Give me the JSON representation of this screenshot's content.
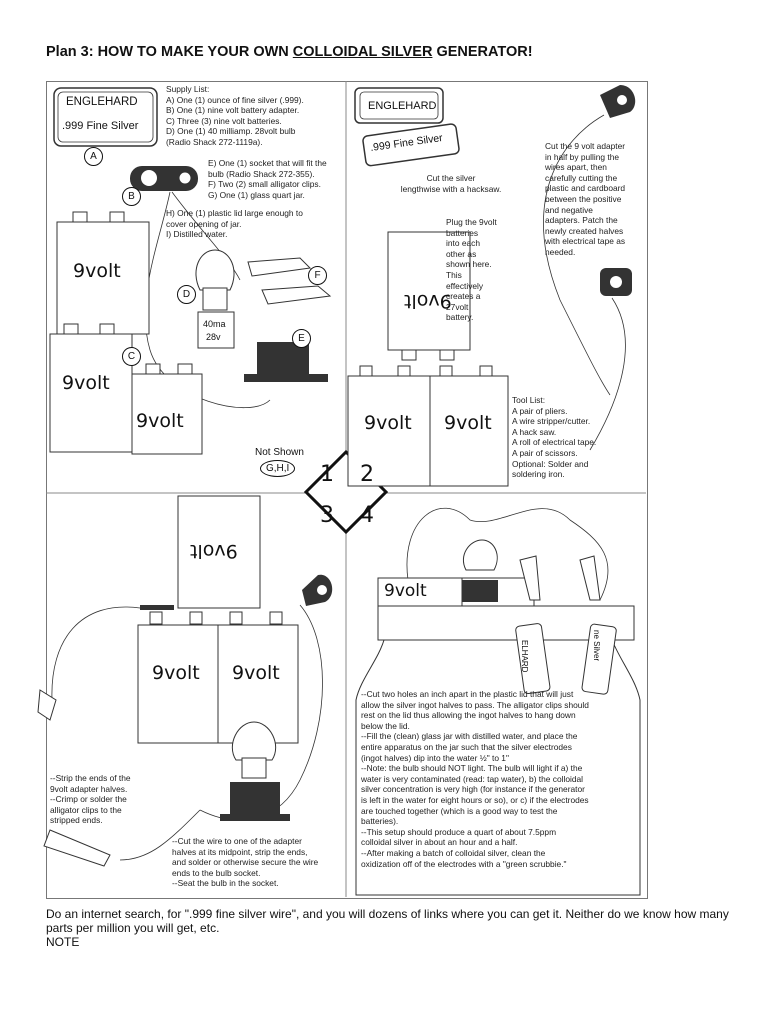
{
  "title": {
    "prefix": "Plan 3: HOW TO MAKE YOUR OWN ",
    "underlined": "COLLOIDAL SILVER",
    "suffix": " GENERATOR!"
  },
  "panel1": {
    "label_brand": "ENGLEHARD",
    "label_silver": ".999 Fine Silver",
    "supply_list": "Supply List:\nA) One (1) ounce of fine silver (.999).\nB) One (1) nine volt battery adapter.\nC) Three (3) nine volt batteries.\nD) One (1) 40 milliamp. 28volt bulb\n(Radio Shack 272-1119a).",
    "supply_list_2": "E) One (1) socket that will fit the\nbulb (Radio Shack 272-355).\nF) Two (2) small alligator clips.\nG) One (1) glass quart jar.",
    "supply_list_3": "H) One (1) plastic lid large enough to\ncover opening of jar.\nI) Distilled water.",
    "bulb_ma": "40ma",
    "bulb_v": "28v",
    "battery": "9volt",
    "not_shown": "Not Shown",
    "not_shown_items": "G,H,I",
    "markers": [
      "A",
      "B",
      "C",
      "D",
      "E",
      "F"
    ]
  },
  "panel2": {
    "label_brand": "ENGLEHARD",
    "label_silver": ".999 Fine Silver",
    "cut_silver": "Cut the silver\nlengthwise with a hacksaw.",
    "plug": "Plug the 9volt\nbatteries\ninto each\nother as\nshown here.\nThis\neffectively\ncreates a\n27volt\nbattery.",
    "adapter": "Cut the 9 volt adapter\nin half by pulling the\nwires apart, then\ncarefully cutting the\nplastic and cardboard\nbetween the positive\nand negative\nadapters. Patch the\nnewly created halves\nwith electrical tape as\nneeded.",
    "tool_list": "Tool List:\nA pair of pliers.\nA wire stripper/cutter.\nA hack saw.\nA roll of electrical tape.\nA pair of scissors.\nOptional: Solder and\nsoldering iron.",
    "battery": "9volt"
  },
  "center_numbers": [
    "1",
    "2",
    "3",
    "4"
  ],
  "panel3": {
    "battery": "9volt",
    "strip": "--Strip the ends of the\n9volt adapter halves.\n--Crimp or solder the\nalligator clips to the\nstripped ends.",
    "cut_wire": "--Cut the wire to one of the adapter\nhalves at its midpoint, strip the ends,\nand solder or otherwise secure the wire\nends to the bulb socket.\n--Seat the bulb in the socket."
  },
  "panel4": {
    "battery": "9volt",
    "ingot_left": "ELHARD",
    "ingot_right": "ne Silver",
    "instructions": "--Cut two holes an inch apart in the plastic lid that will just\nallow the silver ingot halves to pass. The alligator clips should\nrest on the lid thus allowing the ingot halves to hang down\nbelow the lid.\n--Fill the (clean) glass jar with distilled water, and place the\nentire apparatus on the jar such that the silver electrodes\n(ingot halves) dip into the water ½\" to 1\"\n--Note: the bulb should NOT light. The bulb will light if a) the\nwater is very contaminated (read: tap water), b) the colloidal\nsilver concentration is very high (for instance if the generator\nis left in the water for eight hours or so), or c) if the electrodes\nare touched together (which is a good way to test the\nbatteries).\n--This setup should produce a quart of about 7.5ppm\ncolloidal silver in about an hour and a half.\n--After making a batch of colloidal silver, clean the\noxidization off of the electrodes with a \"green scrubbie.\""
  },
  "footer": {
    "line1": "Do an internet search, for \".999 fine silver wire\", and you will dozens of links where you can get it. Neither do we know how many parts per million you will get, etc.",
    "note": "NOTE"
  }
}
